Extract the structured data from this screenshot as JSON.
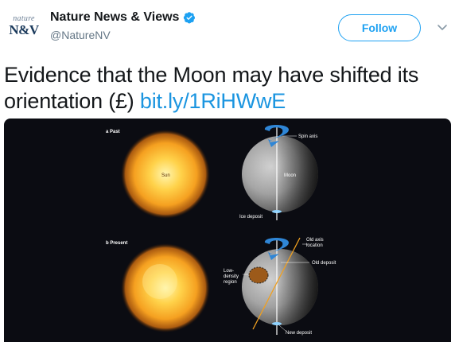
{
  "account": {
    "avatar_top": "nature",
    "avatar_bottom": "N&V",
    "display_name": "Nature News & Views",
    "handle": "@NatureNV",
    "verified_icon": "verified-badge-icon",
    "follow_label": "Follow",
    "menu_icon": "chevron-down-icon"
  },
  "tweet": {
    "text": "Evidence that the Moon may have shifted its orientation (£) ",
    "link": "bit.ly/1RiHWwE"
  },
  "figure": {
    "panel_a": "a  Past",
    "panel_b": "b  Present",
    "sun_label": "Sun",
    "moon_label": "Moon",
    "spin_axis": "Spin axis",
    "ice_deposit": "Ice deposit",
    "old_axis": [
      "Old axis",
      "location"
    ],
    "old_deposit": "Old deposit",
    "low_density": [
      "Low-",
      "density",
      "region"
    ],
    "new_deposit": "New deposit"
  },
  "colors": {
    "link": "#1b95e0",
    "follow": "#1da1f2",
    "arrow": "#3a8fd6",
    "axis_new": "#f0a020"
  }
}
